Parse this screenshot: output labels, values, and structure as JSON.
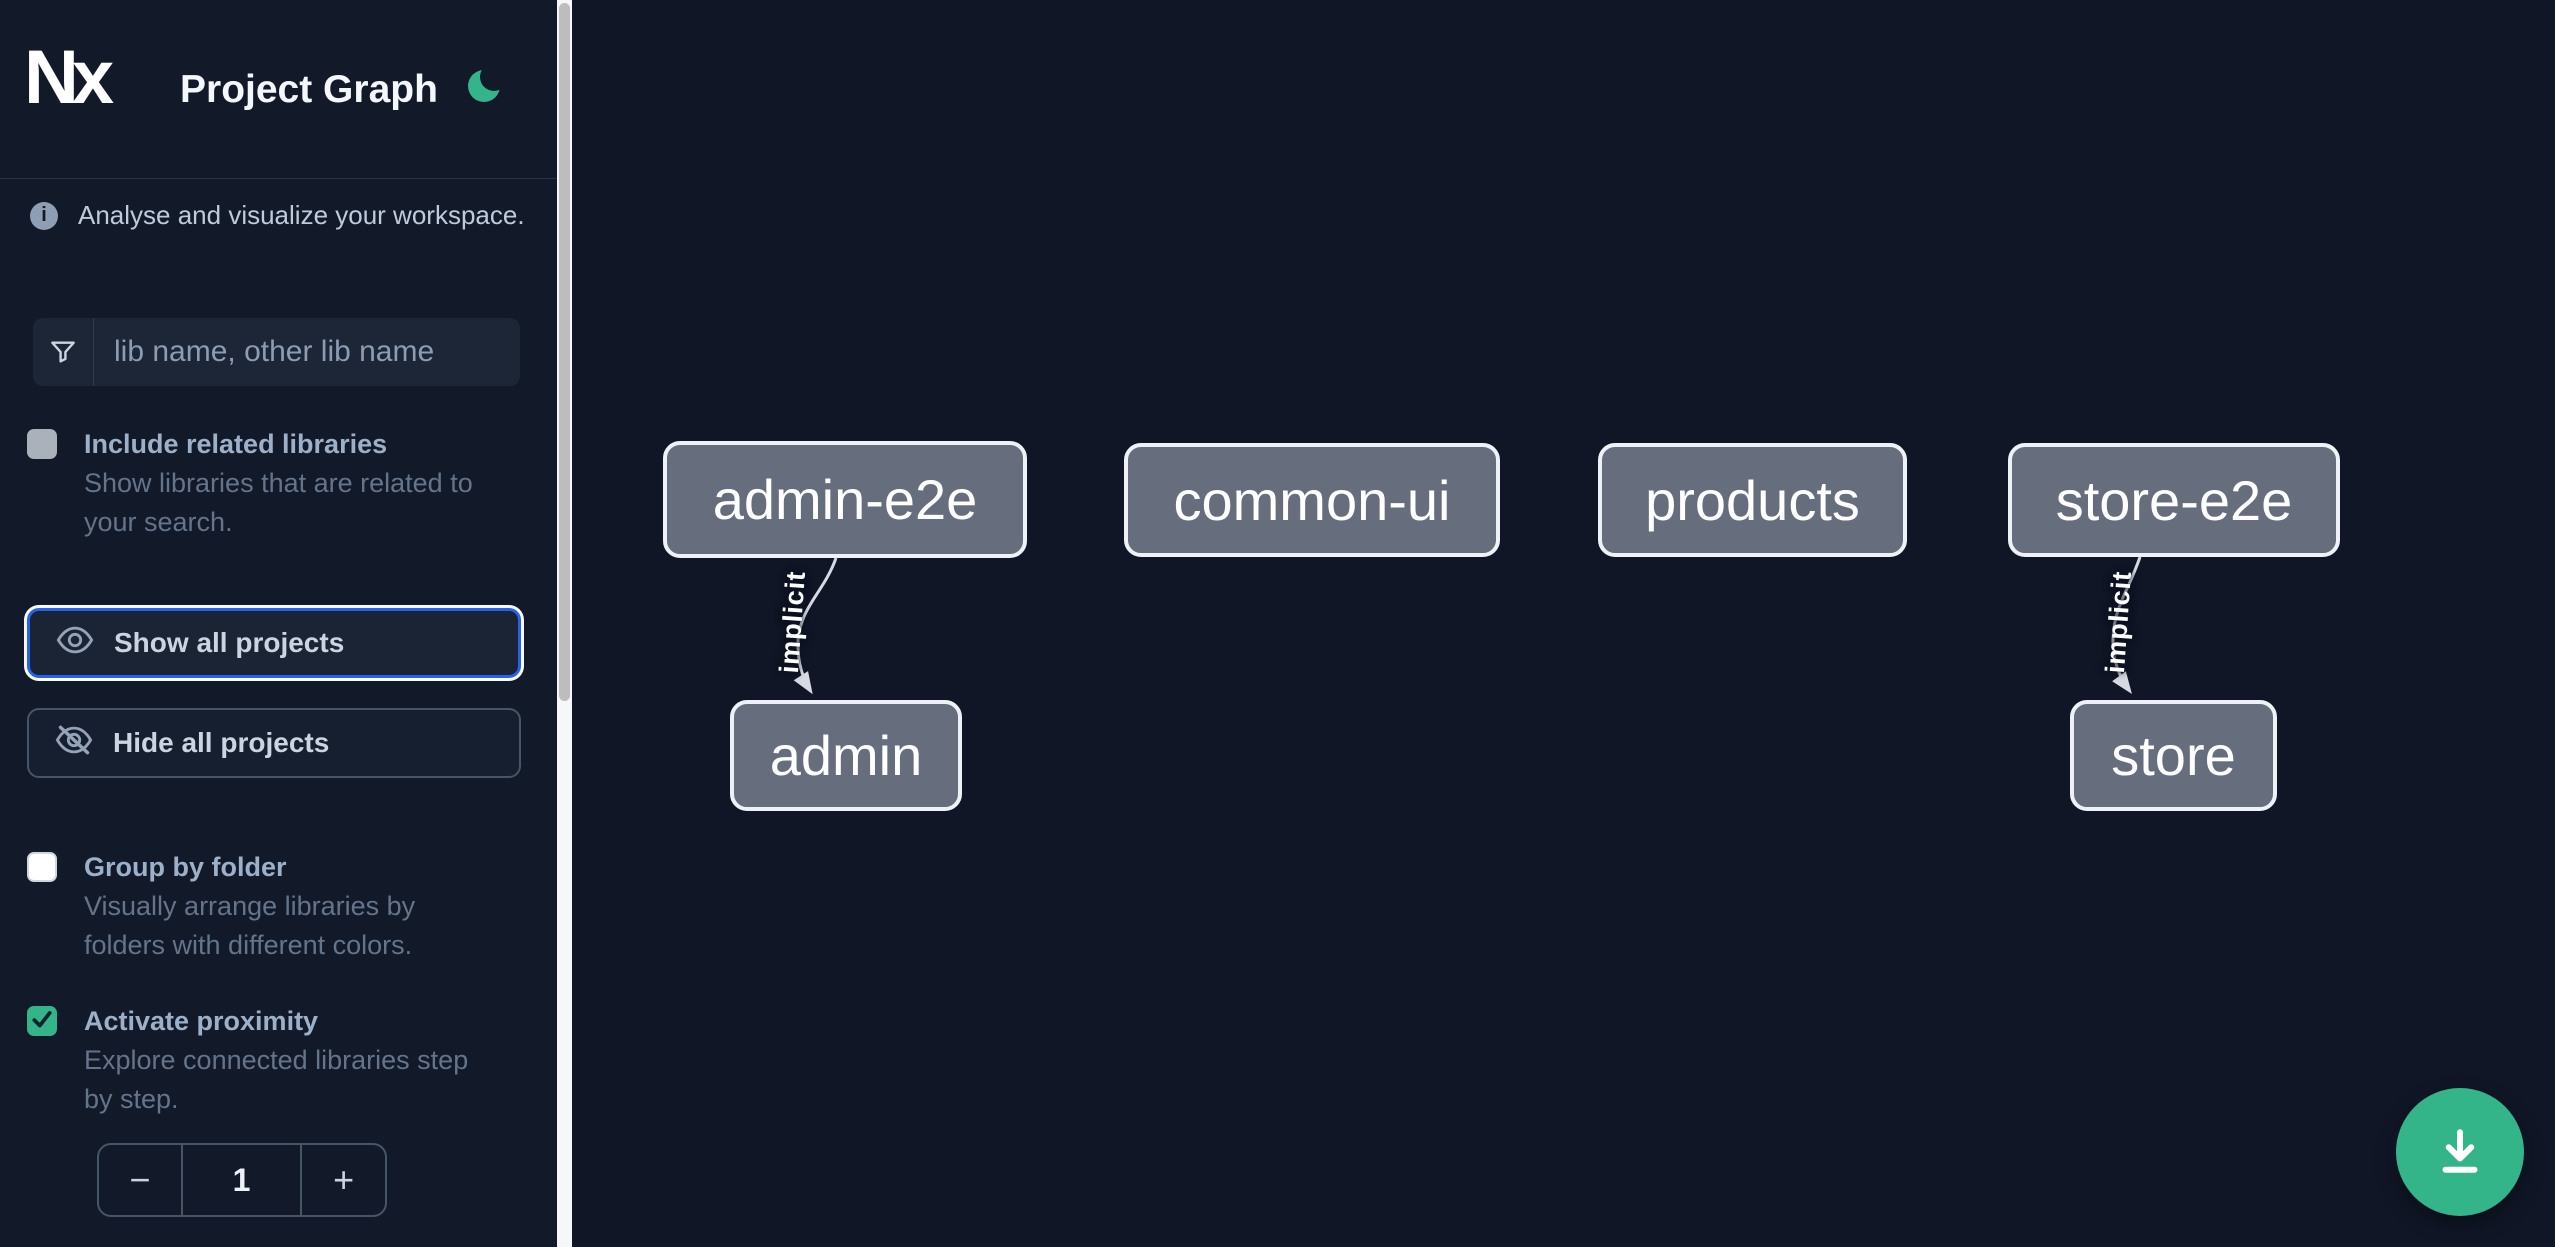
{
  "app": {
    "logo_text": "Nx",
    "title": "Project Graph",
    "theme_toggle_icon": "moon-icon"
  },
  "sidebar": {
    "intro": "Analyse and visualize your workspace.",
    "search": {
      "placeholder": "lib name, other lib name",
      "value": ""
    },
    "options": [
      {
        "label": "Include related libraries",
        "checked": false,
        "description_lines": [
          "Show libraries that are related to",
          "your search."
        ]
      },
      {
        "label": "Group by folder",
        "checked": false,
        "description_lines": [
          "Visually arrange libraries by",
          "folders with different colors."
        ]
      },
      {
        "label": "Activate proximity",
        "checked": true,
        "description_lines": [
          "Explore connected libraries step",
          "by step."
        ]
      }
    ],
    "actions": [
      {
        "label": "Show all projects",
        "icon": "eye-icon",
        "focused": true
      },
      {
        "label": "Hide all projects",
        "icon": "eye-off-icon",
        "focused": false
      }
    ],
    "proximity_stepper": {
      "decrement": "−",
      "value": "1",
      "increment": "+"
    }
  },
  "graph": {
    "nodes": [
      {
        "label": "admin-e2e"
      },
      {
        "label": "common-ui"
      },
      {
        "label": "products"
      },
      {
        "label": "store-e2e"
      },
      {
        "label": "admin"
      },
      {
        "label": "store"
      }
    ],
    "edges": [
      {
        "from": "admin-e2e",
        "to": "admin",
        "label": "implicit"
      },
      {
        "from": "store-e2e",
        "to": "store",
        "label": "implicit"
      }
    ]
  },
  "fab": {
    "icon": "download-icon"
  },
  "colors": {
    "accent_green": "#34b489",
    "focus_blue": "#2563eb",
    "node_fill": "#666e7e",
    "node_border": "#eef2f6",
    "sidebar_bg": "#121928",
    "canvas_bg": "#101626",
    "scrollbar_thumb": "#bdbdbd"
  }
}
